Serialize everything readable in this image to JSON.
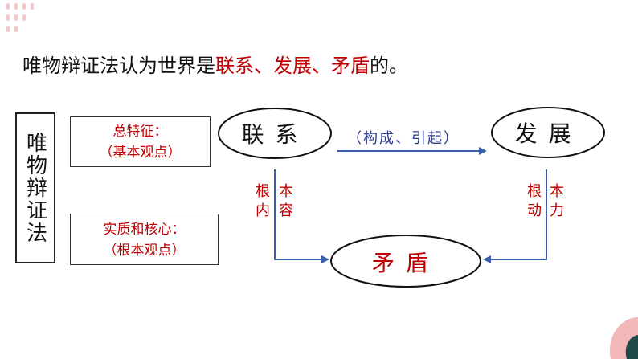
{
  "intro": {
    "prefix": "唯物辩证法认为世界是",
    "highlight": "联系、发展、矛盾",
    "suffix": "的。"
  },
  "left_title": "唯物辩证法",
  "box1": {
    "line1": "总特征：",
    "line2": "（基本观点）"
  },
  "box2": {
    "line1": "实质和核心：",
    "line2": "（根本观点）"
  },
  "nodes": {
    "lianxi": "联系",
    "fazhan": "发展",
    "maodun": "矛盾"
  },
  "arrow_label": "（构成、引起）",
  "left_labels": {
    "col1": "根内",
    "col2": "本容"
  },
  "right_labels": {
    "col1": "根动",
    "col2": "本力"
  },
  "colors": {
    "red": "#c00000",
    "blue": "#3b5ea8",
    "text": "#111111",
    "decor_pink": "#f2b8b8",
    "decor_dark": "#1f4a4a"
  }
}
